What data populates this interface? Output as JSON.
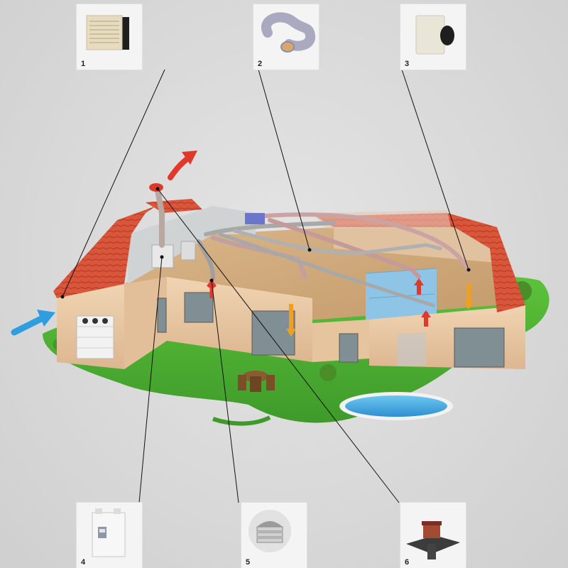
{
  "components": [
    {
      "number": "1",
      "icon": "wall-air-inlet-grille-icon"
    },
    {
      "number": "2",
      "icon": "flexible-insulated-duct-icon"
    },
    {
      "number": "3",
      "icon": "ceiling-extract-vent-icon"
    },
    {
      "number": "4",
      "icon": "heat-recovery-ventilation-unit-icon"
    },
    {
      "number": "5",
      "icon": "roof-outlet-cap-icon"
    },
    {
      "number": "6",
      "icon": "roof-terminal-icon"
    }
  ],
  "colors": {
    "background": "#dcdcdc",
    "intake_arrow": "#2f9ee0",
    "exhaust_arrow": "#e0392c",
    "supply_arrow": "#f0a020",
    "roof_tile": "#d9563a",
    "wall": "#e9c9a4",
    "lawn": "#4caf33",
    "pool": "#3aa6e0"
  }
}
